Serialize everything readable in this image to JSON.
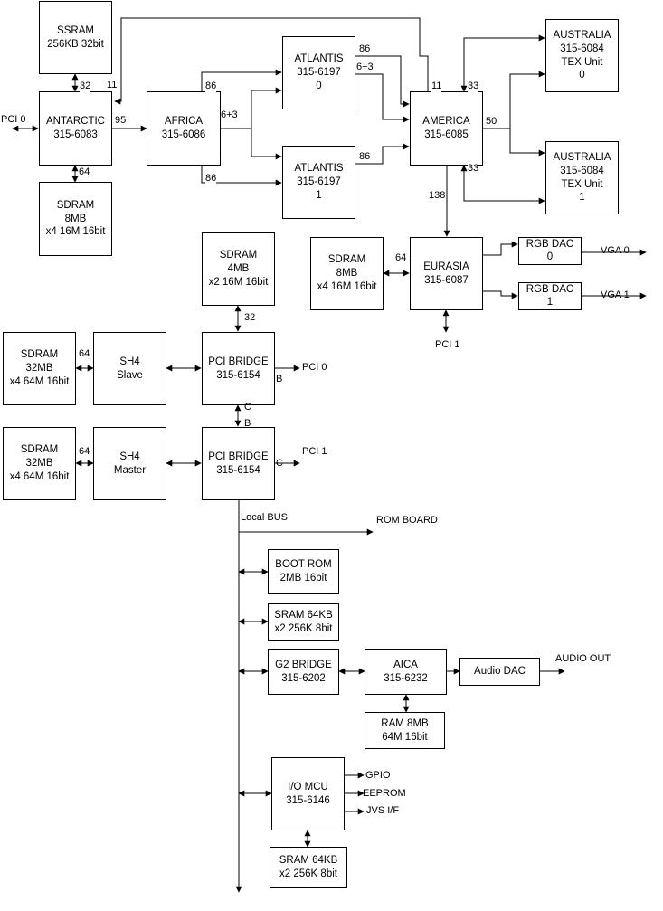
{
  "blocks": {
    "ssram": {
      "line1": "SSRAM",
      "line2": "256KB 32bit"
    },
    "antarctic": {
      "line1": "ANTARCTIC",
      "line2": "315-6083"
    },
    "sdram_antarctic": {
      "line1": "SDRAM",
      "line2": "8MB",
      "line3": "x4 16M 16bit"
    },
    "africa": {
      "line1": "AFRICA",
      "line2": "315-6086"
    },
    "atlantis0": {
      "line1": "ATLANTIS",
      "line2": "315-6197",
      "line3": "0"
    },
    "atlantis1": {
      "line1": "ATLANTIS",
      "line2": "315-6197",
      "line3": "1"
    },
    "america": {
      "line1": "AMERICA",
      "line2": "315-6085"
    },
    "australia0": {
      "line1": "AUSTRALIA",
      "line2": "315-6084",
      "line3": "TEX Unit",
      "line4": "0"
    },
    "australia1": {
      "line1": "AUSTRALIA",
      "line2": "315-6084",
      "line3": "TEX Unit",
      "line4": "1"
    },
    "sdram_eurasia": {
      "line1": "SDRAM",
      "line2": "8MB",
      "line3": "x4 16M 16bit"
    },
    "eurasia": {
      "line1": "EURASIA",
      "line2": "315-6087"
    },
    "rgbdac0": {
      "line1": "RGB DAC",
      "line2": "0"
    },
    "rgbdac1": {
      "line1": "RGB DAC",
      "line2": "1"
    },
    "sdram_pci": {
      "line1": "SDRAM",
      "line2": "4MB",
      "line3": "x2 16M 16bit"
    },
    "sdram_slave": {
      "line1": "SDRAM",
      "line2": "32MB",
      "line3": "x4 64M 16bit"
    },
    "sh4_slave": {
      "line1": "SH4",
      "line2": "Slave"
    },
    "pcibridge0": {
      "line1": "PCI BRIDGE",
      "line2": "315-6154"
    },
    "sdram_master": {
      "line1": "SDRAM",
      "line2": "32MB",
      "line3": "x4 64M 16bit"
    },
    "sh4_master": {
      "line1": "SH4",
      "line2": "Master"
    },
    "pcibridge1": {
      "line1": "PCI BRIDGE",
      "line2": "315-6154"
    },
    "bootrom": {
      "line1": "BOOT ROM",
      "line2": "2MB 16bit"
    },
    "sram_local": {
      "line1": "SRAM 64KB",
      "line2": "x2 256K 8bit"
    },
    "g2bridge": {
      "line1": "G2 BRIDGE",
      "line2": "315-6202"
    },
    "aica": {
      "line1": "AICA",
      "line2": "315-6232"
    },
    "audiodac": {
      "line1": "Audio DAC"
    },
    "ram_aica": {
      "line1": "RAM 8MB",
      "line2": "64M 16bit"
    },
    "iomcu": {
      "line1": "I/O MCU",
      "line2": "315-6146"
    },
    "sram_io": {
      "line1": "SRAM 64KB",
      "line2": "x2 256K 8bit"
    }
  },
  "labels": {
    "pci0_left": "PCI 0",
    "bus_32_ssram": "32",
    "bus_11_left": "11",
    "bus_64_antarctic": "64",
    "bus_95": "95",
    "bus_86_top": "86",
    "bus_6p3_africa": "6+3",
    "bus_86_bottom": "86",
    "bus_86_atl0": "86",
    "bus_6p3_atl0": "6+3",
    "bus_86_atl1": "86",
    "bus_11_america": "11",
    "bus_33_top": "33",
    "bus_50": "50",
    "bus_33_bottom": "33",
    "bus_138": "138",
    "bus_64_eurasia": "64",
    "vga0": "VGA 0",
    "vga1": "VGA 1",
    "pci1_eurasia": "PCI 1",
    "bus_32_sdram4": "32",
    "bus_64_slave": "64",
    "bus_64_master": "64",
    "pci0_bridge": "PCI 0",
    "port_b_bridge0": "B",
    "port_c_top": "C",
    "port_b_bottom": "B",
    "pci1_bridge": "PCI 1",
    "port_c_bridge1": "C",
    "local_bus": "Local BUS",
    "rom_board": "ROM BOARD",
    "audio_out": "AUDIO OUT",
    "gpio": "GPIO",
    "eeprom": "EEPROM",
    "jvs": "JVS I/F"
  }
}
